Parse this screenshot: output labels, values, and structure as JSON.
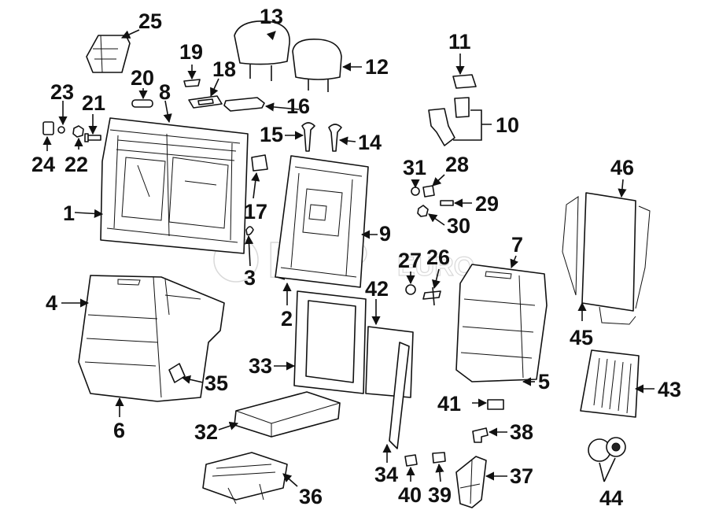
{
  "watermark": {
    "main": "FCP",
    "sub": "EURO"
  },
  "callouts": {
    "c1": "1",
    "c2": "2",
    "c3": "3",
    "c4": "4",
    "c5": "5",
    "c6": "6",
    "c7": "7",
    "c8": "8",
    "c9": "9",
    "c10": "10",
    "c11": "11",
    "c12": "12",
    "c13": "13",
    "c14": "14",
    "c15": "15",
    "c16": "16",
    "c17": "17",
    "c18": "18",
    "c19": "19",
    "c20": "20",
    "c21": "21",
    "c22": "22",
    "c23": "23",
    "c24": "24",
    "c25": "25",
    "c26": "26",
    "c27": "27",
    "c28": "28",
    "c29": "29",
    "c30": "30",
    "c31": "31",
    "c32": "32",
    "c33": "33",
    "c34": "34",
    "c35": "35",
    "c36": "36",
    "c37": "37",
    "c38": "38",
    "c39": "39",
    "c40": "40",
    "c41": "41",
    "c42": "42",
    "c43": "43",
    "c44": "44",
    "c45": "45",
    "c46": "46"
  }
}
